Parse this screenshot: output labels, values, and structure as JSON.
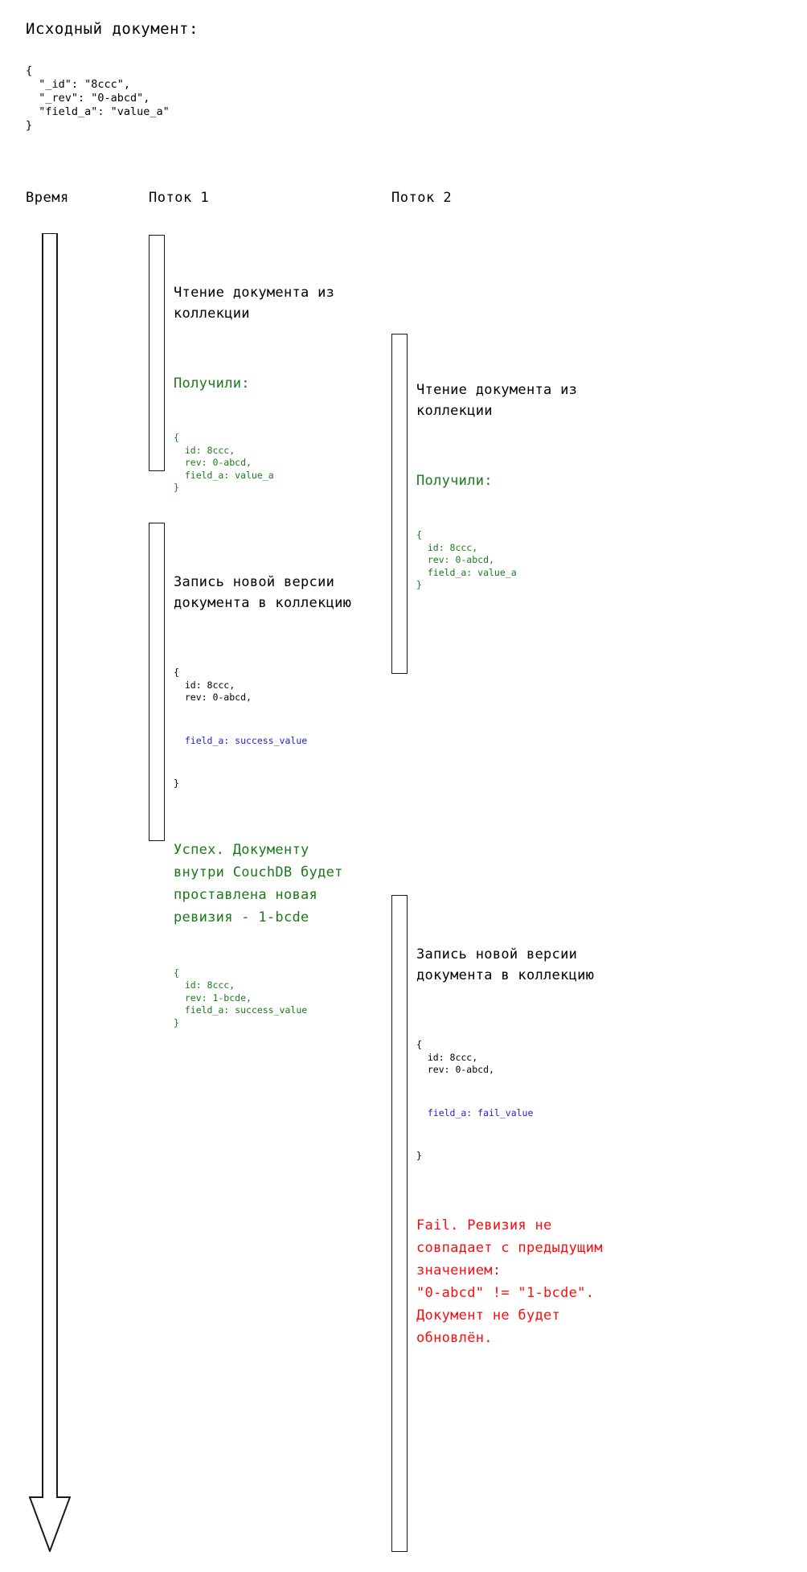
{
  "header": {
    "title": "Исходный документ:",
    "source_document": "{\n  \"_id\": \"8ccc\",\n  \"_rev\": \"0-abcd\",\n  \"field_a\": \"value_a\"\n}"
  },
  "columns": {
    "time": "Время",
    "thread1": "Поток 1",
    "thread2": "Поток 2"
  },
  "colors": {
    "success": "#1a7a1a",
    "error": "#fb0c0c",
    "highlight": "#2222dd",
    "text": "#000000",
    "lifeline": "#1a1a1a"
  },
  "thread1": {
    "read": {
      "title": "Чтение документа из\nколлекции",
      "result_label": "Получили:",
      "code": "{\n  id: 8ccc,\n  rev: 0-abcd,\n  field_a: value_a\n}"
    },
    "write": {
      "title": "Запись новой версии\nдокумента в коллекцию",
      "code_pre": "{\n  id: 8ccc,\n  rev: 0-abcd,",
      "code_highlight": "  field_a: success_value",
      "code_post": "}",
      "result_message": "Успех. Документу\nвнутри CouchDB будет\nпроставлена новая\nревизия - 1-bcde",
      "result_code": "{\n  id: 8ccc,\n  rev: 1-bcde,\n  field_a: success_value\n}"
    }
  },
  "thread2": {
    "read": {
      "title": "Чтение документа из\nколлекции",
      "result_label": "Получили:",
      "code": "{\n  id: 8ccc,\n  rev: 0-abcd,\n  field_a: value_a\n}"
    },
    "write": {
      "title": "Запись новой версии\nдокумента в коллекцию",
      "code_pre": "{\n  id: 8ccc,\n  rev: 0-abcd,",
      "code_highlight": "  field_a: fail_value",
      "code_post": "}",
      "result_message": "Fail. Ревизия не\nсовпадает с предыдущим\nзначением:\n\"0-abcd\" != \"1-bcde\".\nДокумент не будет\nобновлён."
    }
  }
}
